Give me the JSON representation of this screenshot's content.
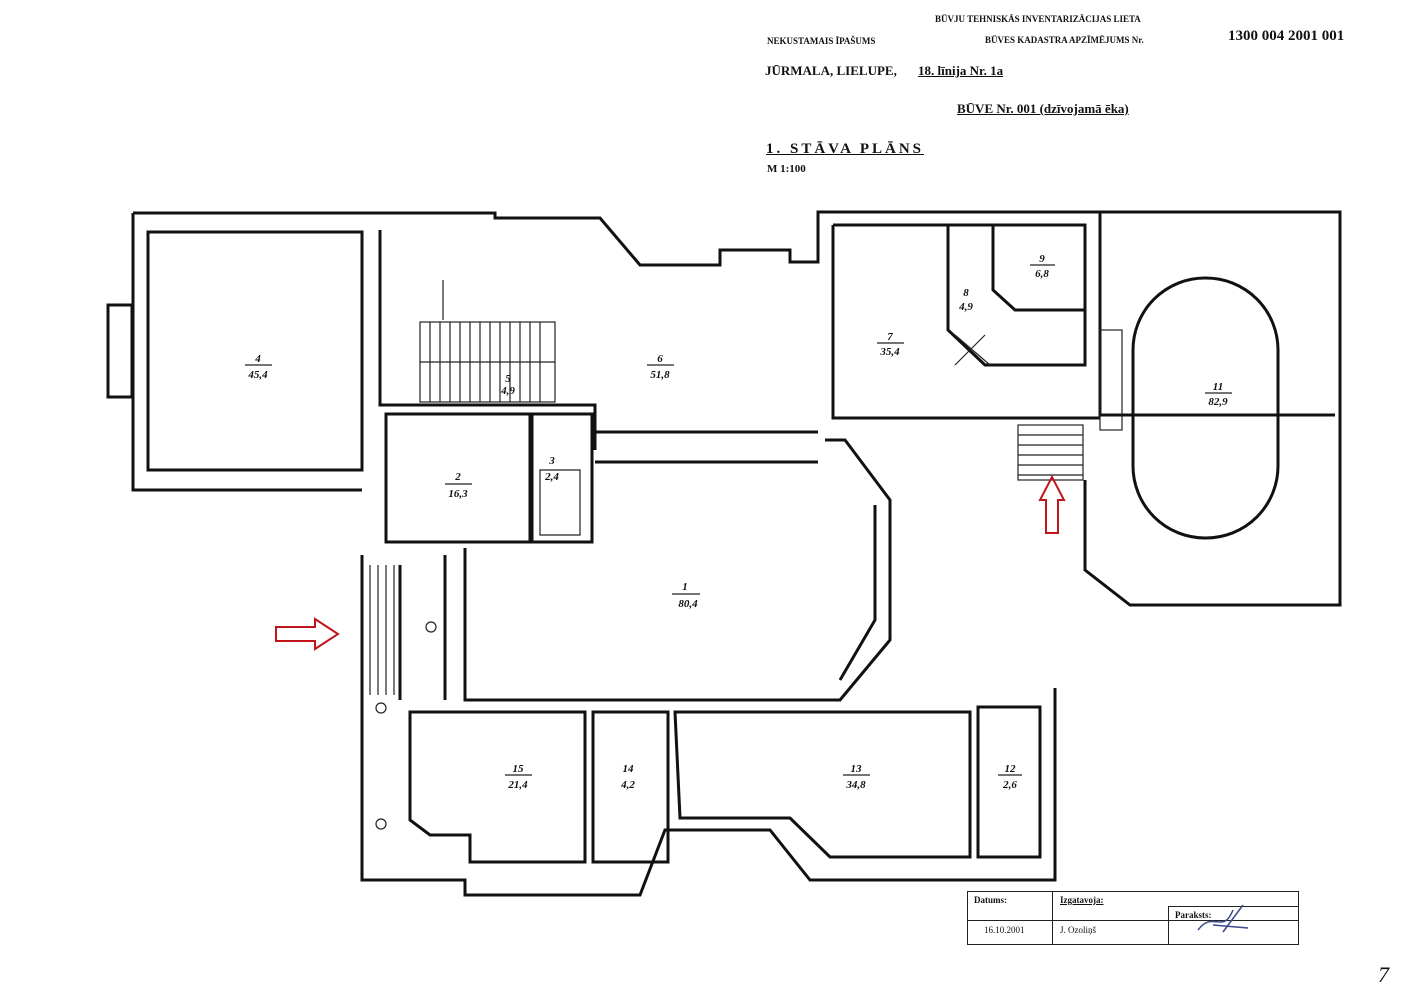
{
  "header": {
    "bureau": "BŪVJU TEHNISKĀS INVENTARIZĀCIJAS LIETA",
    "property_label": "NEKUSTAMAIS ĪPAŠUMS",
    "cadastre_label": "BŪVES KADASTRA APZĪMĒJUMS Nr.",
    "cadastre_number": "1300 004 2001 001",
    "address_prefix": "JŪRMALA, LIELUPE,",
    "address_street": "18. līnija Nr. 1a",
    "building": "BŪVE Nr. 001 (dzīvojamā ēka)",
    "plan_title": "1. STĀVA PLĀNS",
    "scale": "M 1:100"
  },
  "rooms": [
    {
      "num": "1",
      "area": "80,4"
    },
    {
      "num": "2",
      "area": "16,3"
    },
    {
      "num": "3",
      "area": "2,4"
    },
    {
      "num": "4",
      "area": "45,4"
    },
    {
      "num": "5",
      "area": "4,9"
    },
    {
      "num": "6",
      "area": "51,8"
    },
    {
      "num": "7",
      "area": "35,4"
    },
    {
      "num": "8",
      "area": "4,9"
    },
    {
      "num": "9",
      "area": "6,8"
    },
    {
      "num": "11",
      "area": "82,9"
    },
    {
      "num": "12",
      "area": "2,6"
    },
    {
      "num": "13",
      "area": "34,8"
    },
    {
      "num": "14",
      "area": "4,2"
    },
    {
      "num": "15",
      "area": "21,4"
    }
  ],
  "title_block": {
    "date_label": "Datums:",
    "date": "16.10.2001",
    "made_by_label": "Izgatavoja:",
    "made_by": "J. Ozoliņš",
    "signature_label": "Paraksts:"
  },
  "page_mark": "7",
  "colors": {
    "arrow": "#c0151a",
    "ink": "#111111"
  }
}
